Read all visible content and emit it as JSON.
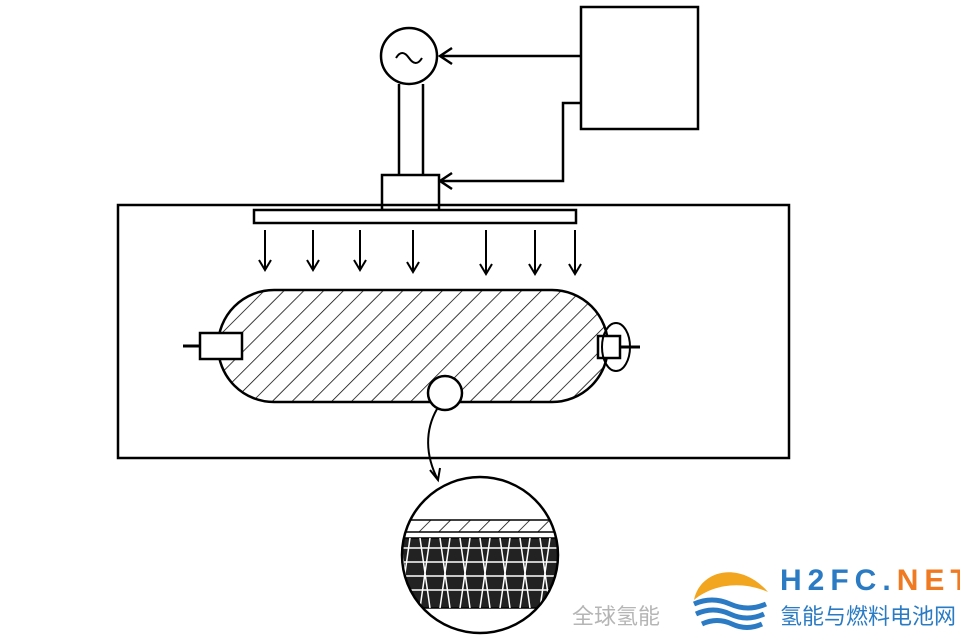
{
  "logo": {
    "brand_prefix": "H2FC.",
    "brand_suffix": "NET",
    "subtitle": "氢能与燃料电池网",
    "watermark": "全球氢能"
  },
  "colors": {
    "line": "#000000",
    "logo_blue": "#2a7bc4",
    "logo_orange": "#ef7a22"
  }
}
